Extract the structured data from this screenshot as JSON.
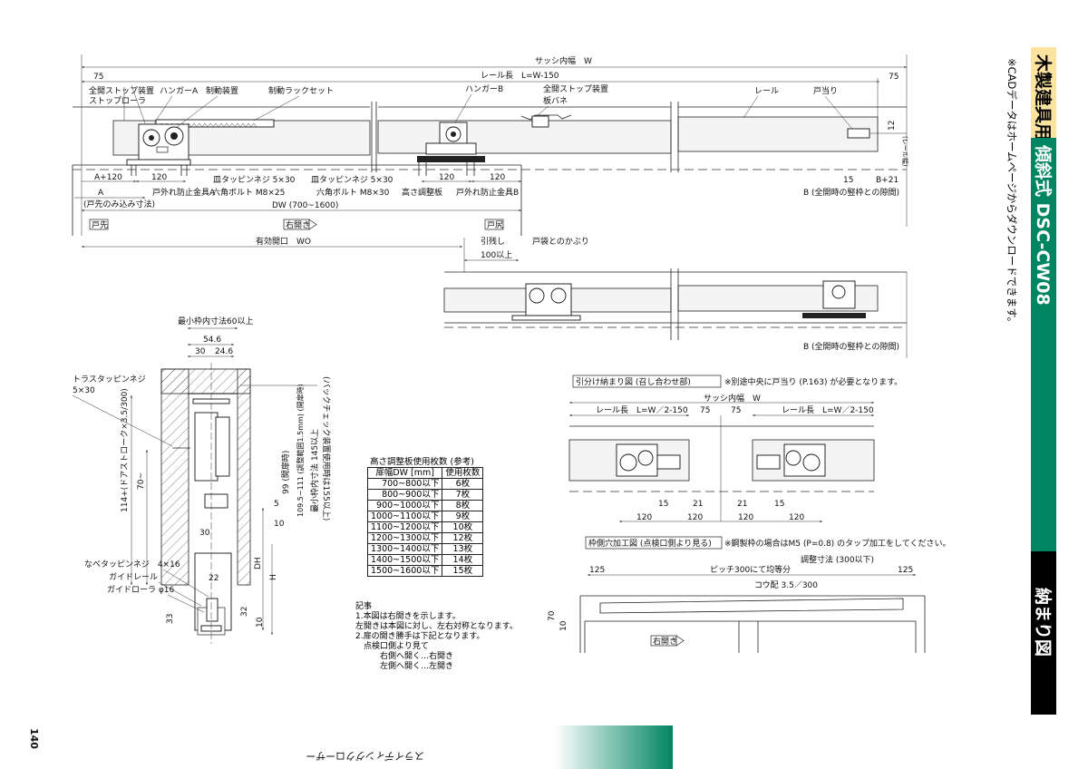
{
  "sidebar": {
    "cad_note": "※CADデータはホームページからダウンロードできます。",
    "category": "木製建具用",
    "product": "傾斜式 DSC-CW08",
    "section": "納まり図",
    "colors": {
      "category_bg": "#fce4a0",
      "product_bg": "#008562",
      "section_bg": "#000000"
    }
  },
  "footer": {
    "page_number": "140",
    "series_name": "スライディングクローザー",
    "accent": "#008562"
  },
  "top_drawing": {
    "sash_width": "サッシ内幅　W",
    "rail_length": "レール長　L=W-150",
    "dim_75_left": "75",
    "dim_75_right": "75",
    "full_open_stop": "全開ストップ装置",
    "stop_roller": "ストップローラ",
    "hanger_a": "ハンガーA",
    "brake_unit": "制動装置",
    "brake_rack_set": "制動ラックセット",
    "hanger_b": "ハンガーB",
    "full_open_stop_2": "全開ストップ装置",
    "leaf_spring": "板バネ",
    "rail": "レール",
    "door_stop": "戸当り",
    "dim_12": "12",
    "rail_note": "(レール幅)",
    "a_120": "A+120",
    "d120_1": "120",
    "d120_2": "120",
    "d120_3": "120",
    "flat_screw_1": "皿タッピンネジ 5×30",
    "flat_screw_2": "皿タッピンネジ 5×30",
    "stopper_a": "戸外れ防止金具A",
    "hex_bolt_25": "六角ボルト M8×25",
    "hex_bolt_30": "六角ボルト M8×30",
    "height_plate": "高さ調整板",
    "stopper_b": "戸外れ防止金具B",
    "dim_a": "A",
    "door_tip_note": "(戸先のみ込み寸法)",
    "dw": "DW (700~1600)",
    "dim_15": "15",
    "b21": "B+21",
    "b_note": "B (全開時の竪枠との隙間)",
    "door_tip": "戸先",
    "right_open": "右開き",
    "door_tail": "戸尻",
    "effective_opening": "有効開口　WO",
    "pull_margin": "引残し",
    "pocket_overlap": "戸袋とのかぶり",
    "over_100": "100以上"
  },
  "open_drawing": {
    "b_note": "B (全開時の竪枠との隙間)"
  },
  "section_drawing": {
    "min_frame": "最小枠内寸法60以上",
    "d546": "54.6",
    "d30": "30",
    "d246": "24.6",
    "truss_screw": "トラスタッピンネジ",
    "truss_size": "5×30",
    "stroke": "114+(ドアストローク×3.5/300)",
    "d70": "70~",
    "d99": "99 (開扉時)",
    "adj": "109.5~111 (調整範囲1.5mm) (開扉時)",
    "min145": "最小枠内寸法 145以上",
    "backcheck": "(バックチェック装置使用時は155以上)",
    "d5": "5",
    "d10": "10",
    "d30b": "30",
    "dh": "DH",
    "h": "H",
    "pan_screw": "なべタッピンネジ　4×16",
    "guide_rail": "ガイドレール",
    "guide_roller": "ガイドローラ φ16",
    "d22": "22",
    "d33": "33",
    "d32": "32",
    "d10b": "10"
  },
  "height_table": {
    "title": "高さ調整板使用枚数 (参考)",
    "headers": [
      "扉幅DW [mm]",
      "使用枚数"
    ],
    "rows": [
      [
        "700~800以下",
        "6枚"
      ],
      [
        "800~900以下",
        "7枚"
      ],
      [
        "900~1000以下",
        "8枚"
      ],
      [
        "1000~1100以下",
        "9枚"
      ],
      [
        "1100~1200以下",
        "10枚"
      ],
      [
        "1200~1300以下",
        "12枚"
      ],
      [
        "1300~1400以下",
        "13枚"
      ],
      [
        "1400~1500以下",
        "14枚"
      ],
      [
        "1500~1600以下",
        "15枚"
      ]
    ]
  },
  "notes": {
    "title": "記事",
    "lines": [
      "1.本図は右開きを示します。",
      "左開きは本図に対し、左右対称となります。",
      "2.扉の開き勝手は下記となります。",
      "　点検口側より見て",
      "　　　右側へ開く…右開き",
      "　　　左側へ開く…左開き"
    ]
  },
  "split_drawing": {
    "title": "引分け納まり図 (召し合わせ部)",
    "note": "※別途中央に戸当り (P.163) が必要となります。",
    "sash_width": "サッシ内幅　W",
    "rail_left": "レール長　L=W／2-150",
    "rail_right": "レール長　L=W／2-150",
    "d75a": "75",
    "d75b": "75",
    "d15a": "15",
    "d21a": "21",
    "d21b": "21",
    "d15b": "15",
    "d120": [
      "120",
      "120",
      "120",
      "120"
    ]
  },
  "frame_drawing": {
    "title": "枠側穴加工図 (点検口側より見る)",
    "note": "※鋼製枠の場合はM5 (P=0.8) のタップ加工をしてください。",
    "adjust": "調整寸法 (300以下)",
    "d125a": "125",
    "pitch": "ピッチ300にて均等分",
    "d125b": "125",
    "slope": "コウ配 3.5／300",
    "d70": "70",
    "d10": "10",
    "right_open": "右開き"
  }
}
